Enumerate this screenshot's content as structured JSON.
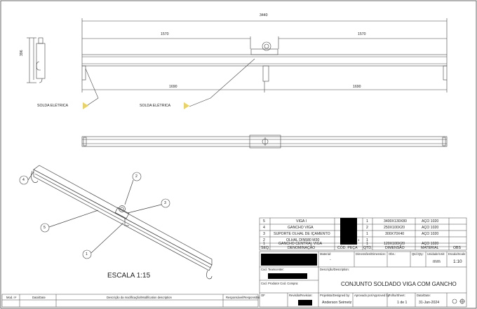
{
  "dimensions": {
    "overall": "3440",
    "left_upper": "1570",
    "right_upper": "1570",
    "left_lower": "1690",
    "right_lower": "1690",
    "side_height": "396"
  },
  "weld_labels": [
    "SOLDA ELÉTRICA",
    "SOLDA ELÉTRICA"
  ],
  "balloons": [
    "1",
    "2",
    "3",
    "4",
    "5"
  ],
  "scale_note": "ESCALA 1:15",
  "bom": {
    "rows": [
      {
        "seq": "5",
        "denom": "VIGA I",
        "qty": "1",
        "dim": "3400X130X80",
        "mat": "AÇO 1020"
      },
      {
        "seq": "4",
        "denom": "GANCHO VIGA",
        "qty": "2",
        "dim": "250X100X20",
        "mat": "AÇO 1020"
      },
      {
        "seq": "3",
        "denom": "SUPORTE OLHAL DE IÇAMENTO",
        "qty": "1",
        "dim": "300X70X40",
        "mat": "AÇO 1020"
      },
      {
        "seq": "2",
        "denom": "OLHAL DIN580 M30",
        "qty": "1",
        "dim": "",
        "mat": ""
      },
      {
        "seq": "1",
        "denom": "GANCHO CENTRAL VIGA",
        "qty": "1",
        "dim": "120X100X20",
        "mat": "AÇO 1020"
      }
    ],
    "header": {
      "seq": "SEQ.",
      "denom": "DENOMINAÇÃO",
      "cod": "CÓD. PEÇA",
      "qty": "QTD.",
      "dim": "DIMENSÃO",
      "mat": "MATERIAL",
      "obs": "OBS"
    },
    "small_mark": "1"
  },
  "title_block": {
    "material_label": "Material:",
    "material_value": "-",
    "dims_label": "Dimensões/Dimension:",
    "obs_label": "Obs.:",
    "qty_label": "Qtd./Qty:",
    "unit_label": "Unidade/Unit:",
    "unit_value": "mm",
    "scale_label": "Escala/Scale:",
    "scale_value": "1:10",
    "teamcenter_label": "Cod. Teamcenter:",
    "supplier_label": "Cod. Produtor Cod. Compra:",
    "desc_label": "Descrição/Description:",
    "description": "CONJUNTO SOLDADO VIGA COM GANCHO",
    "of_label": "OF",
    "reviewed_label": "Revisão/Revision:",
    "designed_label": "Projetista/Designed by:",
    "designer": "Anderson Seimetz",
    "approved_label": "Aprovado por/Approved by:",
    "sheet_label": "Folha/Sheet:",
    "sheet_value": "1 de 1",
    "date_label": "Data/Date:",
    "date_value": "31-Jan-2024"
  },
  "revision_row": {
    "mod": "Mod. nº",
    "date": "Data/Date",
    "desc": "Descrição da modificação/Modification description",
    "resp": "Responsável/Responsible"
  },
  "colors": {
    "line": "#333333",
    "accent": "#e8d36a",
    "redaction": "#000000"
  }
}
